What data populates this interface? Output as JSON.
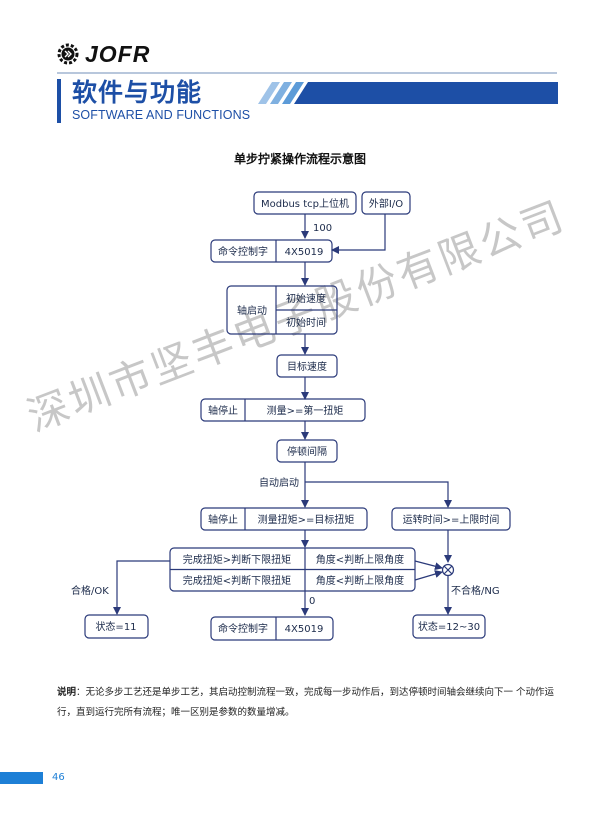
{
  "header": {
    "brand": "JOFR",
    "section_title": "软件与功能",
    "section_subtitle": "SOFTWARE AND FUNCTIONS"
  },
  "diagram": {
    "title": "单步拧紧操作流程示意图",
    "nodes": {
      "modbus": "Modbus tcp上位机",
      "external_io": "外部I/O",
      "label_100": "100",
      "cmd_word_1": "命令控制字",
      "reg_1": "4X5019",
      "axis_start": "轴启动",
      "init_speed": "初始速度",
      "init_time": "初始时间",
      "target_speed": "目标速度",
      "axis_stop_1": "轴停止",
      "measure_first": "测量>=第一扭矩",
      "pause_interval": "停顿间隔",
      "auto_start": "自动启动",
      "axis_stop_2": "轴停止",
      "measure_target": "测量扭矩>=目标扭矩",
      "run_time": "运转时间>=上限时间",
      "torque_gt": "完成扭矩>判断下限扭矩",
      "angle_lt_1": "角度<判断上限角度",
      "torque_lt": "完成扭矩<判断下限扭矩",
      "angle_lt_2": "角度<判断上限角度",
      "ok_label": "合格/OK",
      "ng_label": "不合格/NG",
      "label_0": "0",
      "status_ok": "状态=11",
      "cmd_word_2": "命令控制字",
      "reg_2": "4X5019",
      "status_ng": "状态=12~30"
    }
  },
  "watermark": "深圳市坚丰电子股份有限公司",
  "note": {
    "label": "说明",
    "text": "：无论多步工艺还是单步工艺，其启动控制流程一致，完成每一步动作后，到达停顿时间轴会继续向下一 个动作运行，直到运行完所有流程；唯一区别是参数的数量增减。"
  },
  "page_number": "46",
  "colors": {
    "brand_blue": "#1d4fa6",
    "node_border": "#2b3a7a",
    "accent_blue": "#1d7fd6"
  }
}
